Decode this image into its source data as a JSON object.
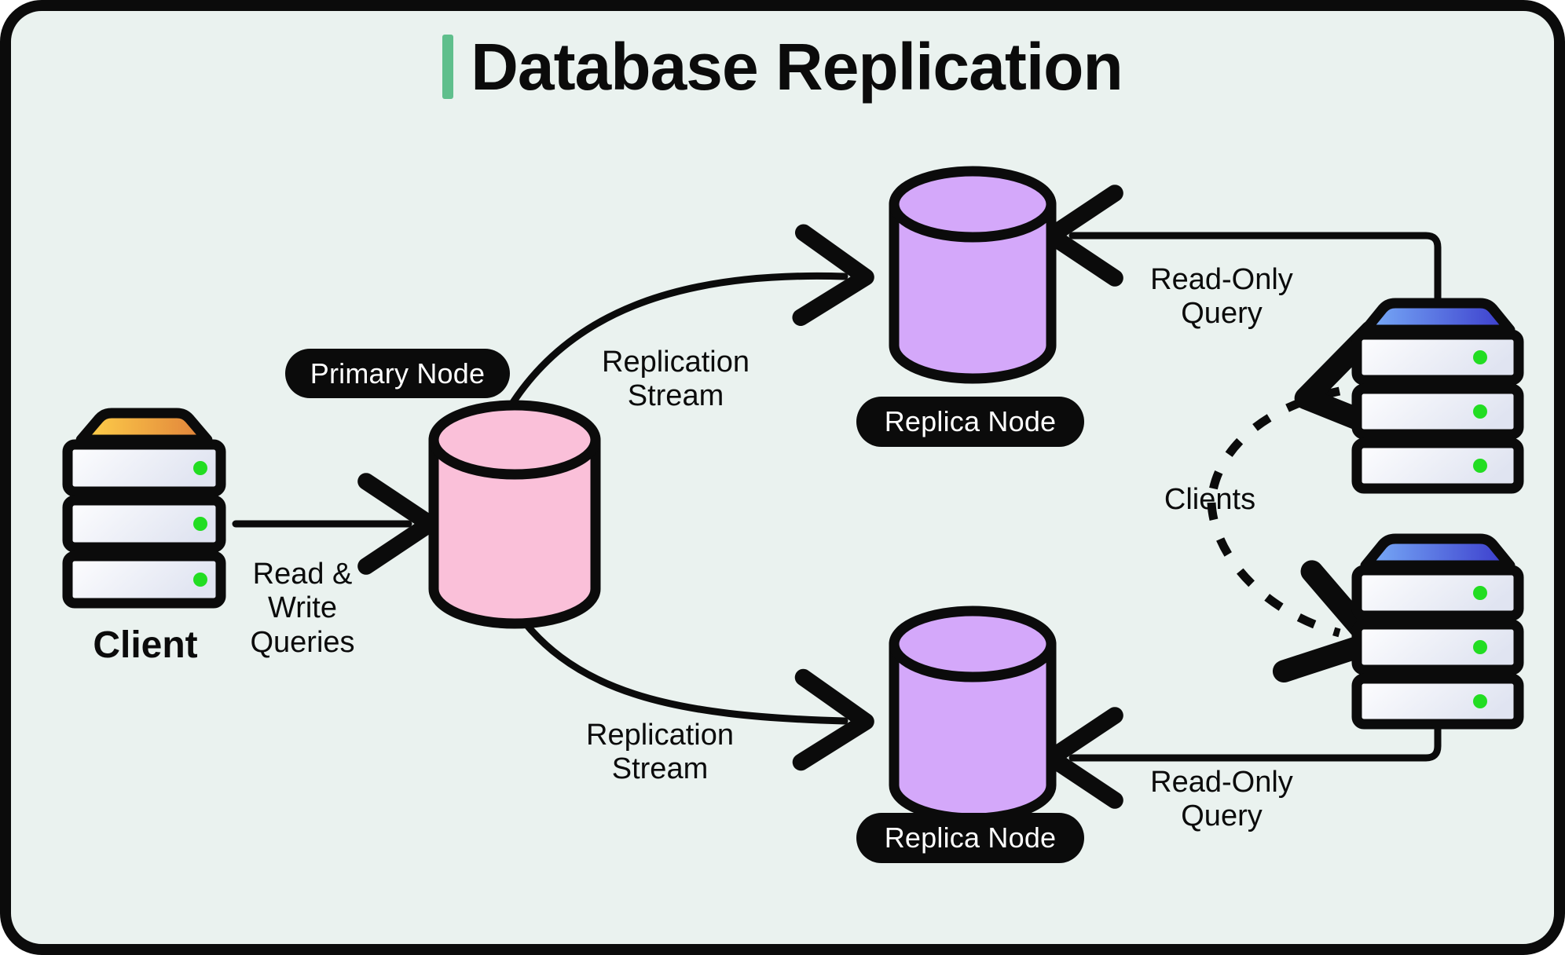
{
  "frame": {
    "background_color": "#EAF2EF",
    "border_color": "#0B0B0B"
  },
  "header": {
    "title": "Database Replication",
    "accent_color": "#5FBF8C"
  },
  "palette": {
    "primary_db_fill": "#FAC0D9",
    "replica_db_fill": "#D4A8FA",
    "stroke": "#0B0B0B",
    "led_green": "#22DD22",
    "client_top_gradient_start": "#FFD24A",
    "client_top_gradient_end": "#E8853A",
    "remote_client_top_gradient_start": "#6FA8F5",
    "remote_client_top_gradient_end": "#3F3FC8",
    "server_panel_gradient_start": "#FDFDFF",
    "server_panel_gradient_end": "#E2E5F2"
  },
  "nodes": {
    "client": {
      "label": "Client",
      "icon": "server-stack-icon",
      "rack_units": 3,
      "led_count": 3
    },
    "primary": {
      "badge": "Primary Node",
      "icon": "database-cylinder-icon",
      "fill": "#FAC0D9"
    },
    "replica_top": {
      "badge": "Replica Node",
      "icon": "database-cylinder-icon",
      "fill": "#D4A8FA"
    },
    "replica_bottom": {
      "badge": "Replica Node",
      "icon": "database-cylinder-icon",
      "fill": "#D4A8FA"
    },
    "remote_clients": {
      "label": "Clients",
      "icon": "server-stack-icon",
      "count": 2,
      "rack_units": 3,
      "led_count": 3
    }
  },
  "edges": {
    "client_to_primary": {
      "label": "Read &\nWrite\nQueries",
      "style": "solid-arrow"
    },
    "primary_to_replica_top": {
      "label": "Replication\nStream",
      "style": "curved-solid-arrow"
    },
    "primary_to_replica_bottom": {
      "label": "Replication\nStream",
      "style": "curved-solid-arrow"
    },
    "client_top_to_replica_top": {
      "label": "Read-Only\nQuery",
      "style": "elbow-solid-arrow"
    },
    "client_bottom_to_replica_bottom": {
      "label": "Read-Only\nQuery",
      "style": "elbow-solid-arrow"
    },
    "clients_group": {
      "label": "Clients",
      "style": "curved-dashed-arrow"
    }
  }
}
